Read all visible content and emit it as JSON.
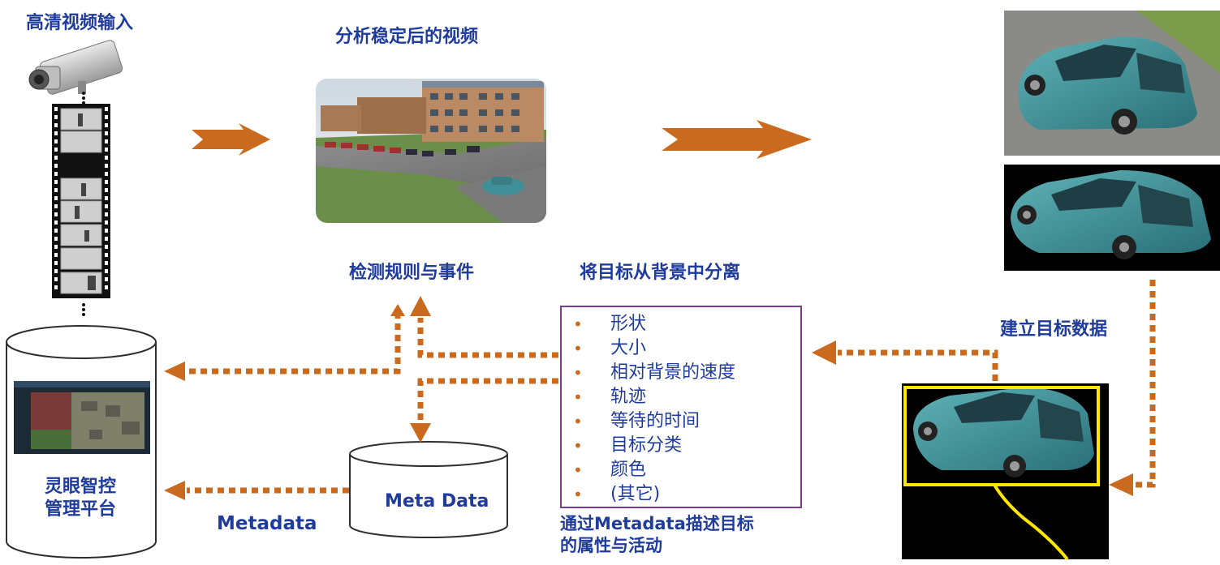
{
  "labels": {
    "hd_video_input": "高清视频输入",
    "analyze_stable_video": "分析稳定后的视频",
    "detect_rules_events": "检测规则与事件",
    "separate_target_background": "将目标从背景中分离",
    "build_target_data": "建立目标数据",
    "platform_line1": "灵眼智控",
    "platform_line2": "管理平台",
    "meta_data": "Meta Data",
    "metadata": "Metadata",
    "describe_line1": "通过Metadata描述目标",
    "describe_line2": "的属性与活动"
  },
  "attributes": [
    "形状",
    "大小",
    "相对背景的速度",
    "轨迹",
    "等待的时间",
    "目标分类",
    "颜色",
    "(其它)"
  ],
  "bullet": "•",
  "colors": {
    "label_blue": "#1f3b9c",
    "arrow_orange": "#c96a1e",
    "box_purple": "#7a3c8f",
    "track_yellow": "#ffe600"
  }
}
